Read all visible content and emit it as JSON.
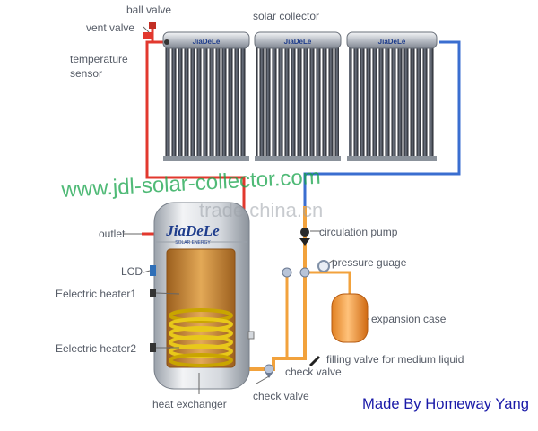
{
  "labels": {
    "ball_valve": "ball valve",
    "vent_valve": "vent valve",
    "solar_collector": "solar collector",
    "temperature_sensor_1": "temperature",
    "temperature_sensor_2": "sensor",
    "outlet": "outlet",
    "lcd": "LCD",
    "heater1": "Eelectric heater1",
    "heater2": "Eelectric heater2",
    "heat_exchanger": "heat exchanger",
    "check_valve_bottom": "check valve",
    "check_valve_right": "check valve",
    "filling_valve": "filling valve for medium liquid",
    "circulation_pump": "circulation pump",
    "pressure_gauge": "pressure guage",
    "expansion_case": "expansion case"
  },
  "brand": {
    "collector_logo": "JiaDeLe",
    "tank_logo": "JiaDeLe",
    "tank_tagline": "SOLAR ENERGY"
  },
  "watermarks": {
    "url": "www.jdl-solar-collector.com",
    "site": "trade.china.cn"
  },
  "credit": "Made By Homeway Yang",
  "colors": {
    "hot_pipe": "#e2382e",
    "cold_pipe": "#3a6ed0",
    "return_pipe": "#f2a23c",
    "tank_body": "#cfd4da",
    "tank_inner": "#c98a3a",
    "coil": "#e8c81a",
    "credit_text": "#1a1aa8",
    "url_watermark": "#16a34a"
  }
}
